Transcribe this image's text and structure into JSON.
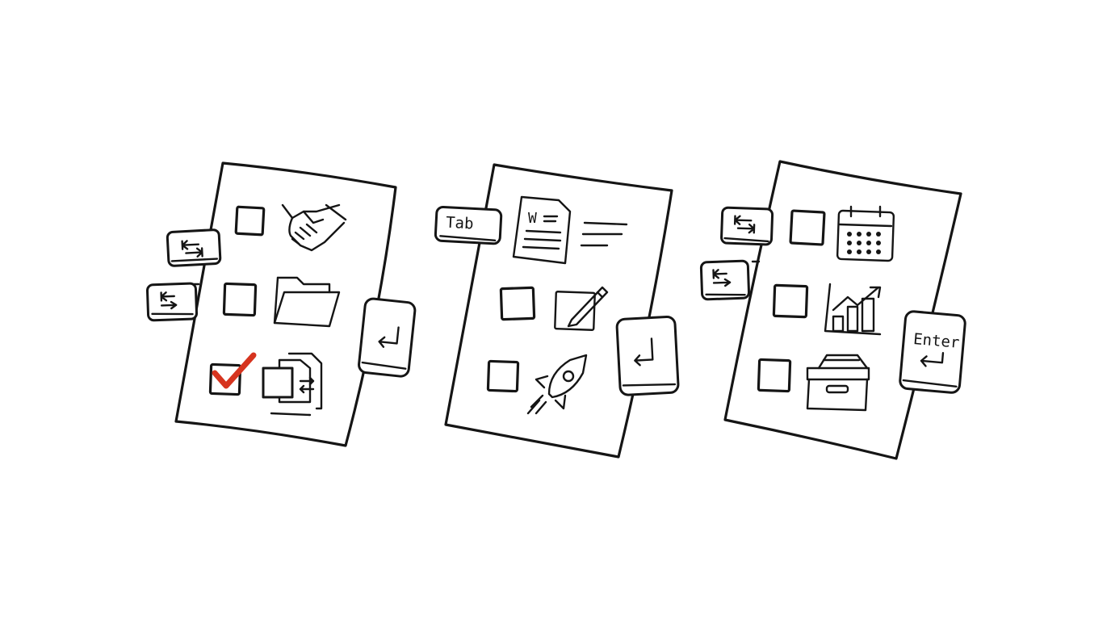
{
  "colors": {
    "ink": "#151515",
    "check": "#d6341f",
    "paper": "#ffffff"
  },
  "keys": {
    "tab_label": "Tab",
    "enter_label": "Enter"
  },
  "sheets": [
    {
      "items": [
        {
          "icon": "handshake-icon",
          "checked": false
        },
        {
          "icon": "folder-icon",
          "checked": false
        },
        {
          "icon": "file-transfer-icon",
          "checked": true
        }
      ],
      "side_keys": [
        "tab-key-icon",
        "shift-tab-key-icon",
        "enter-key-icon"
      ]
    },
    {
      "items": [
        {
          "icon": "word-document-icon",
          "checked": false
        },
        {
          "icon": "edit-pencil-icon",
          "checked": false
        },
        {
          "icon": "rocket-icon",
          "checked": false
        }
      ],
      "side_keys": [
        "tab-key",
        "enter-key-icon"
      ]
    },
    {
      "items": [
        {
          "icon": "calendar-icon",
          "checked": false
        },
        {
          "icon": "growth-chart-icon",
          "checked": false
        },
        {
          "icon": "archive-box-icon",
          "checked": false
        }
      ],
      "side_keys": [
        "tab-key-icon",
        "shift-tab-key-icon",
        "enter-key"
      ]
    }
  ]
}
